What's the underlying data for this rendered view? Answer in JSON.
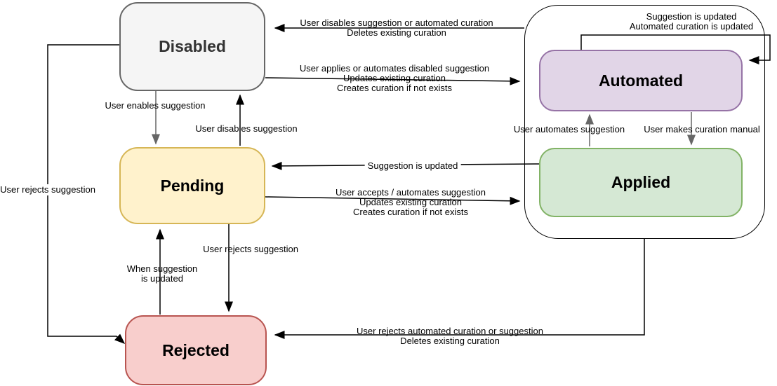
{
  "states": {
    "disabled": {
      "label": "Disabled",
      "fill": "#f5f5f5",
      "stroke": "#666666"
    },
    "pending": {
      "label": "Pending",
      "fill": "#fff2cc",
      "stroke": "#d6b656"
    },
    "rejected": {
      "label": "Rejected",
      "fill": "#f8cecc",
      "stroke": "#b85450"
    },
    "automated": {
      "label": "Automated",
      "fill": "#e1d5e7",
      "stroke": "#9673a6"
    },
    "applied": {
      "label": "Applied",
      "fill": "#d5e8d4",
      "stroke": "#82b366"
    }
  },
  "arrow_colors": {
    "default": "#000000",
    "muted": "#666666"
  },
  "transitions": {
    "group_to_disabled": {
      "lines": [
        "User disables suggestion or automated curation",
        "Deletes existing curation"
      ]
    },
    "disabled_to_group": {
      "lines": [
        "User applies or automates disabled suggestion",
        "Updates existing curation",
        "Creates curation if not exists"
      ]
    },
    "automated_self_loop": {
      "lines": [
        "Suggestion is updated",
        "Automated curation is updated"
      ]
    },
    "disabled_to_pending": {
      "lines": [
        "User enables suggestion"
      ]
    },
    "pending_to_disabled": {
      "lines": [
        "User disables suggestion"
      ]
    },
    "applied_to_automated": {
      "lines": [
        "User automates suggestion"
      ]
    },
    "automated_to_applied": {
      "lines": [
        "User makes curation manual"
      ]
    },
    "applied_to_pending": {
      "lines": [
        "Suggestion is updated"
      ]
    },
    "pending_to_group": {
      "lines": [
        "User accepts / automates suggestion",
        "Updates existing curation",
        "Creates curation if not exists"
      ]
    },
    "group_to_rejected": {
      "lines": [
        "User rejects automated curation or suggestion",
        "Deletes existing curation"
      ]
    },
    "disabled_to_rejected": {
      "lines": [
        "User rejects suggestion"
      ]
    },
    "rejected_to_pending": {
      "lines": [
        "When suggestion",
        "is updated"
      ]
    },
    "pending_to_rejected": {
      "lines": [
        "User rejects suggestion"
      ]
    }
  }
}
